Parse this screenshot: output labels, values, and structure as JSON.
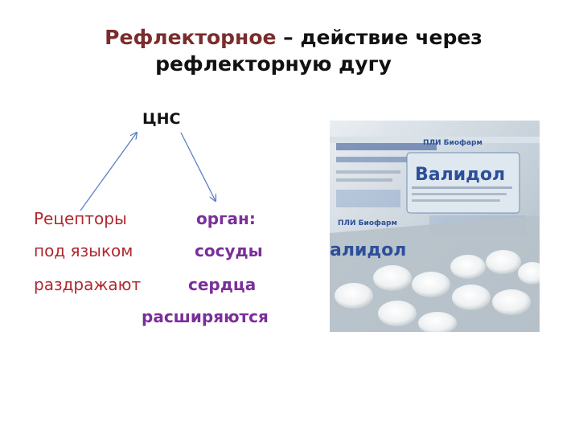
{
  "title": {
    "highlight": "Рефлекторное",
    "rest": " – действие через",
    "line2": "рефлекторную дугу"
  },
  "diagram": {
    "center": "ЦНС",
    "left": [
      "Рецепторы",
      "под языком",
      "раздражают"
    ],
    "right": [
      "орган:",
      "сосуды",
      "сердца",
      "расширяются"
    ]
  },
  "photo": {
    "label_main": "Валидол",
    "label_partial": "алидол",
    "small_text_1": "ПЛИ Биофарм",
    "small_text_2": "ПЛИ Биофарм"
  },
  "colors": {
    "title_highlight": "#7b2c2c",
    "left_text": "#b0282e",
    "right_text": "#7a2f9a",
    "arrow": "#5b7fc4"
  }
}
